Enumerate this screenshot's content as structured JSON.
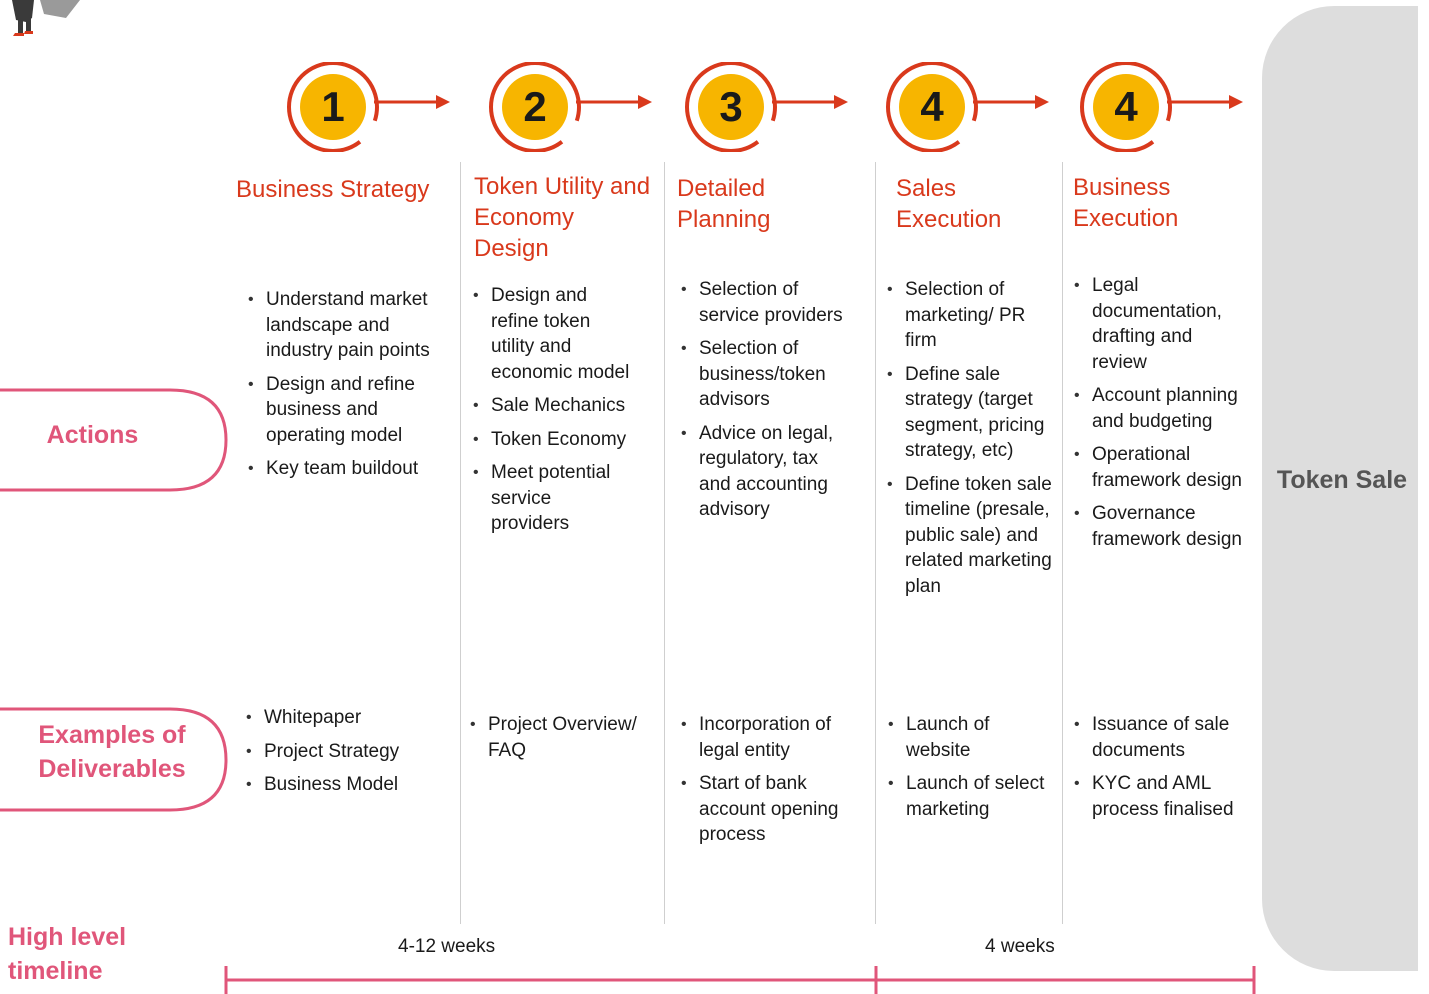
{
  "steps": [
    {
      "number": "1",
      "title": "Business Strategy"
    },
    {
      "number": "2",
      "title": "Token Utility and Economy Design"
    },
    {
      "number": "3",
      "title": "Detailed Planning"
    },
    {
      "number": "4",
      "title": "Sales Execution"
    },
    {
      "number": "4",
      "title": "Business Execution"
    }
  ],
  "rows": {
    "actions_label": "Actions",
    "deliverables_label": "Examples of Deliverables",
    "timeline_label": "High level timeline"
  },
  "actions": [
    [
      "Understand market landscape and industry pain points",
      "Design and refine business and operating model",
      "Key team buildout"
    ],
    [
      "Design and refine token utility and economic model",
      "Sale Mechanics",
      "Token Economy",
      "Meet potential service providers"
    ],
    [
      "Selection of service providers",
      "Selection of business/token advisors",
      "Advice on legal, regulatory, tax and accounting advisory"
    ],
    [
      "Selection of marketing/ PR firm",
      "Define sale strategy (target segment, pricing strategy, etc)",
      "Define token sale timeline (presale, public sale) and related marketing plan"
    ],
    [
      "Legal documentation, drafting and review",
      "Account planning and budgeting",
      "Operational framework design",
      "Governance framework design"
    ]
  ],
  "deliverables": [
    [
      "Whitepaper",
      "Project Strategy",
      "Business Model"
    ],
    [
      "Project Overview/ FAQ"
    ],
    [
      "Incorporation of legal entity",
      "Start of bank account opening process"
    ],
    [
      "Launch of website",
      "Launch of select marketing"
    ],
    [
      "Issuance of sale documents",
      "KYC and AML process finalised"
    ]
  ],
  "token_sale": "Token Sale",
  "timeline": {
    "segment_1": "4-12 weeks",
    "segment_2": "4 weeks"
  },
  "colors": {
    "accent_red": "#d9391c",
    "circle_yellow": "#f7b500",
    "label_pink": "#e0567a",
    "panel_gray": "#dddddd"
  }
}
